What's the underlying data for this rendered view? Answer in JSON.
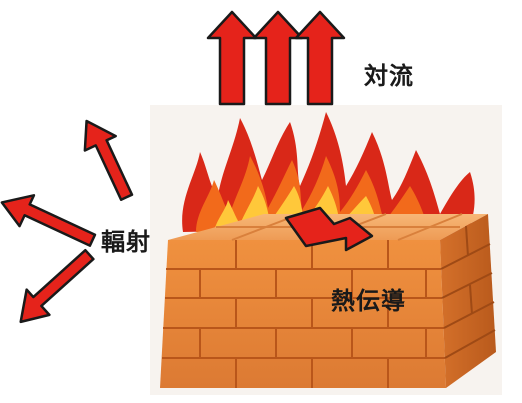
{
  "labels": {
    "convection": "対流",
    "radiation": "輻射",
    "conduction": "熱伝導"
  },
  "colors": {
    "arrow_fill": "#e5231b",
    "arrow_outline": "#1a1a1a",
    "brick_front": "#e8873a",
    "brick_top": "#f2a560",
    "brick_side": "#c9631f",
    "mortar": "#b9561a",
    "flame_outer": "#d92818",
    "flame_mid": "#f26a1b",
    "flame_inner": "#ffc83a",
    "background": "#ffffff"
  },
  "icons": {
    "convection": "up-arrow-icon",
    "radiation": "radiation-arrow-icon",
    "conduction": "conduction-arrow-icon",
    "fire": "flame-icon",
    "wall": "brick-wall-icon"
  }
}
